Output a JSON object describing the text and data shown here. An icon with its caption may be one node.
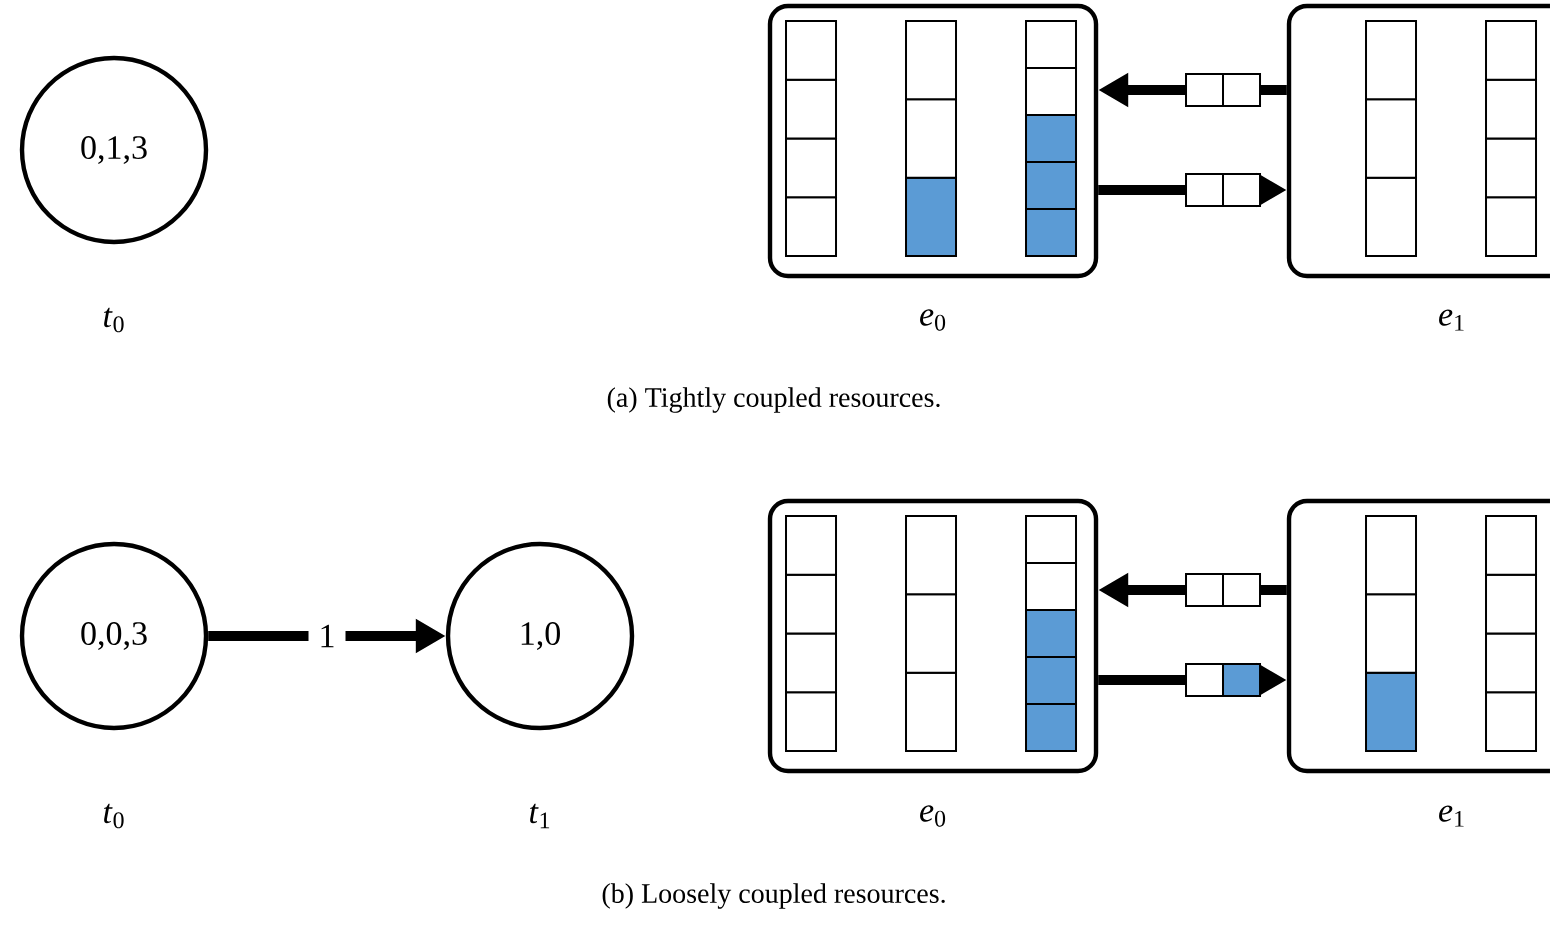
{
  "diagram": {
    "nodes": [
      {
        "text": [
          "0,1,3"
        ],
        "beside": [
          "*t*$_{0}$"
        ]
      },
      {
        "text": [],
        "shape": "box",
        "beside": [
          "*e*$_{0}$"
        ]
      },
      {
        "text": [],
        "shape": "box",
        "beside": [
          "*e*$_{1}$"
        ]
      },
      {
        "text": [
          "0,0,3"
        ],
        "beside": [
          "*t*$_{0}$"
        ]
      },
      {
        "text": [
          "1,0"
        ],
        "beside": [
          "*t*$_{1}$"
        ]
      },
      {
        "text": [],
        "shape": "box",
        "beside": [
          "*e*$_{0}$"
        ]
      },
      {
        "text": [],
        "shape": "box",
        "beside": [
          "*e*$_{1}$"
        ]
      }
    ],
    "edges": [
      {
        "from": 2,
        "to": 1,
        "arrow": "to"
      },
      {
        "from": 1,
        "to": 2,
        "arrow": "to"
      },
      {
        "from": 3,
        "to": 4,
        "arrow": "to",
        "label": "1"
      },
      {
        "from": 6,
        "to": 5,
        "arrow": "to"
      },
      {
        "from": 5,
        "to": 6,
        "arrow": "to"
      }
    ],
    "labels": [
      "(a) Tightly coupled resources.",
      "(b) Loosely coupled resources."
    ]
  }
}
